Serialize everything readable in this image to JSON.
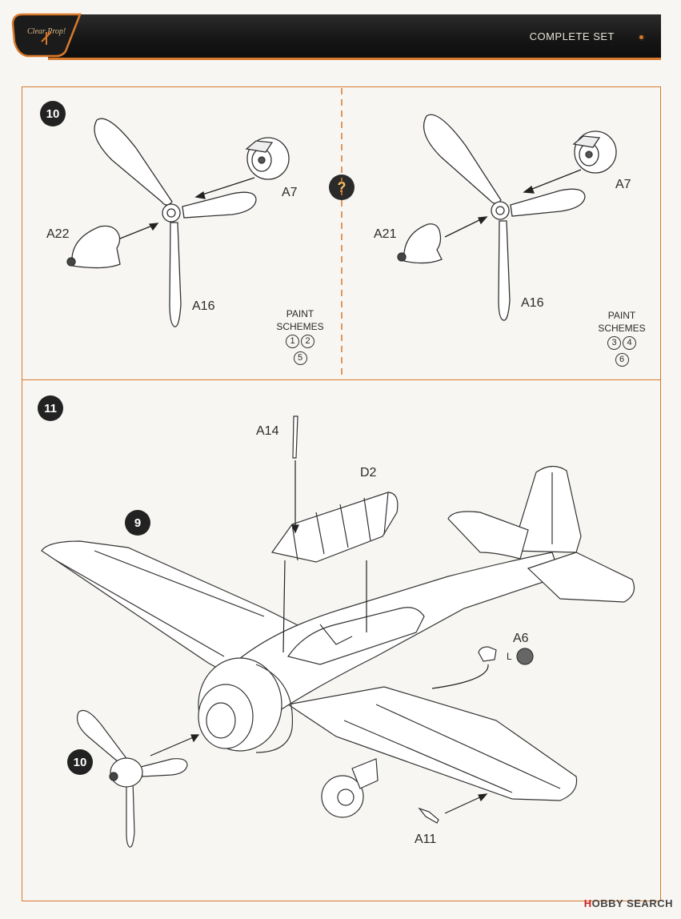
{
  "header": {
    "title": "COMPLETE SET",
    "logo_text": "Clear Prop!"
  },
  "step10": {
    "number": "10",
    "left": {
      "parts": {
        "hub": "A7",
        "spinner": "A22",
        "prop": "A16"
      },
      "paint_label_1": "PAINT",
      "paint_label_2": "SCHEMES",
      "schemes": [
        "1",
        "2",
        "5"
      ]
    },
    "divider_badge": "?",
    "right": {
      "parts": {
        "hub": "A7",
        "spinner": "A21",
        "prop": "A16"
      },
      "paint_label_1": "PAINT",
      "paint_label_2": "SCHEMES",
      "schemes": [
        "3",
        "4",
        "6"
      ]
    }
  },
  "step11": {
    "number": "11",
    "ref_step_9": "9",
    "ref_step_10": "10",
    "parts": {
      "antenna": "A14",
      "canopy": "D2",
      "light": "A6",
      "light_side": "L",
      "step": "A11"
    }
  },
  "watermark": {
    "brand_h": "H",
    "brand_rest": "OBBY SEARCH"
  }
}
